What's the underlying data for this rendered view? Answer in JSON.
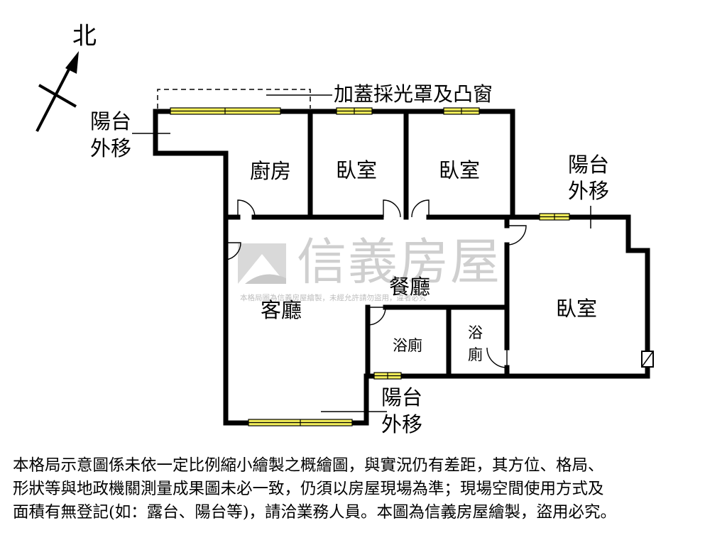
{
  "compass": {
    "label": "北"
  },
  "rooms": {
    "kitchen": "廚房",
    "bedroom_1": "臥室",
    "bedroom_2": "臥室",
    "bedroom_3": "臥室",
    "dining": "餐廳",
    "living": "客廳",
    "bath_1": "浴廁",
    "bath_2_line1": "浴",
    "bath_2_line2": "廁"
  },
  "annotations": {
    "skylight": "加蓋採光罩及凸窗",
    "balcony_nw_line1": "陽台",
    "balcony_nw_line2": "外移",
    "balcony_e_line1": "陽台",
    "balcony_e_line2": "外移",
    "balcony_s_line1": "陽台",
    "balcony_s_line2": "外移"
  },
  "watermark": {
    "brand": "信義房屋",
    "notice": "本格局圖為信義房屋繪製，未經允許請勿盜用，違者必究"
  },
  "disclaimer": {
    "line1": "本格局示意圖係未依一定比例縮小繪製之概繪圖，與實況仍有差距，其方位、格局、",
    "line2": "形狀等與地政機關測量成果圖未必一致，仍須以房屋現場為準；現場空間使用方式及",
    "line3": "面積有無登記(如：露台、陽台等)，請洽業務人員。本圖為信義房屋繪製，盜用必究。"
  },
  "colors": {
    "wall": "#000000",
    "window": "#f2ee5a",
    "watermark_logo": "#d9d9d9",
    "watermark_text": "#cfcfcf"
  }
}
